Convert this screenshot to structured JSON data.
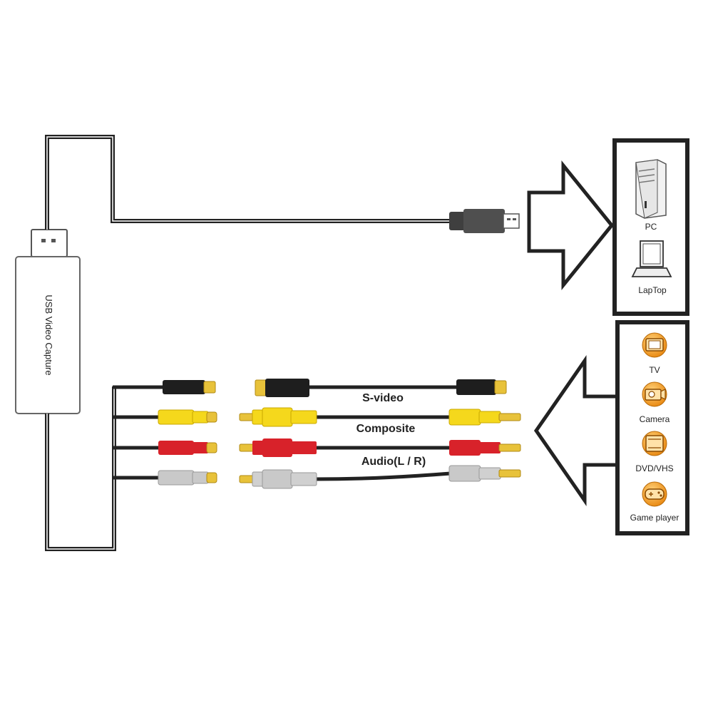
{
  "capture_device": {
    "label": "USB Video Capture"
  },
  "computers": [
    {
      "label": "PC",
      "icon": "pc-tower-icon"
    },
    {
      "label": "LapTop",
      "icon": "laptop-icon"
    }
  ],
  "sources": [
    {
      "label": "TV",
      "icon": "tv-icon"
    },
    {
      "label": "Camera",
      "icon": "camera-icon"
    },
    {
      "label": "DVD/VHS",
      "icon": "dvd-icon"
    },
    {
      "label": "Game player",
      "icon": "gamepad-icon"
    }
  ],
  "cables": {
    "svideo": {
      "label": "S-video"
    },
    "composite": {
      "label": "Composite"
    },
    "audio": {
      "label": "Audio(L / R)"
    }
  },
  "colors": {
    "line": "#222222",
    "svideo_plug": "#1e1e1e",
    "tip": "#e8c23a",
    "composite": "#f5d81c",
    "audio_right": "#d8222a",
    "audio_left": "#c9c9c9",
    "icon_orange": "#f3a21c",
    "usb_plug": "#4a4a4a"
  }
}
